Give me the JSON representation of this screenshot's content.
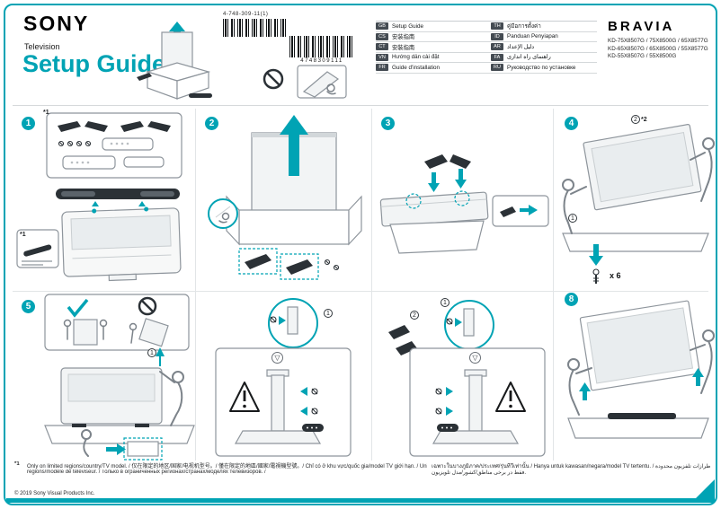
{
  "page": {
    "copyright": "© 2019 Sony Visual Products Inc."
  },
  "header": {
    "brand": "SONY",
    "subtitle": "Television",
    "title": "Setup Guide",
    "doc_number": "4-748-309-11(1)",
    "barcode_digits": "4748309111",
    "bravia": "BRAVIA",
    "models": [
      "KD-75X8507G / 75X8500G / 65X8577G",
      "KD-65X8507G / 65X8500G / 55X8577G",
      "KD-55X8507G / 55X8500G"
    ]
  },
  "languages": {
    "rows": [
      {
        "lc": "GB",
        "ll": "Setup Guide",
        "rc": "TH",
        "rl": "คู่มือการตั้งค่า"
      },
      {
        "lc": "CS",
        "ll": "安装指南",
        "rc": "ID",
        "rl": "Panduan Penyiapan"
      },
      {
        "lc": "CT",
        "ll": "安裝指南",
        "rc": "AR",
        "rl": "دليل الإعداد"
      },
      {
        "lc": "VN",
        "ll": "Hướng dẫn cài đặt",
        "rc": "FA",
        "rl": "راهنمای راه اندازی"
      },
      {
        "lc": "FR",
        "ll": "Guide d'installation",
        "rc": "RU",
        "rl": "Руководство по установке"
      }
    ]
  },
  "steps": {
    "one": {
      "num": "1",
      "ref": "*1",
      "inset_ref": "*1"
    },
    "two": {
      "num": "2"
    },
    "three": {
      "num": "3"
    },
    "four": {
      "num": "4",
      "top_num": "2",
      "top_ref": "*2",
      "side_num": "1",
      "screw_count": "x 6"
    },
    "five": {
      "num": "5",
      "marker": "1"
    },
    "six": {
      "marker": "1",
      "orient": "▽"
    },
    "seven": {
      "marker_a": "2",
      "marker_b": "1",
      "orient": "▽"
    },
    "eight": {
      "num": "8"
    }
  },
  "footnote": {
    "ref": "*1",
    "left_line1": "Only on limited regions/country/TV model. / 仅在限定的地区/国家/电视机型号。/ 僅在限定的地區/國家/電視機型號。/ Chỉ có ở khu vực/quốc gia/model TV giới hạn. / Uniquement dans certains pays ou certaines",
    "left_line2": "régions/modèle de téléviseur. / Только в ограниченных регионах/странах/моделях телевизоров. /",
    "right_line1": "เฉพาะในบางภูมิภาค/ประเทศ/รุ่นทีวีเท่านั้น / Hanya untuk kawasan/negara/model TV tertentu. / فقط في مناطق/بلدان/طرازات تلفزيون محدودة.",
    "right_line2": "فقط در برخی مناطق/کشور/مدل تلویزیون."
  }
}
